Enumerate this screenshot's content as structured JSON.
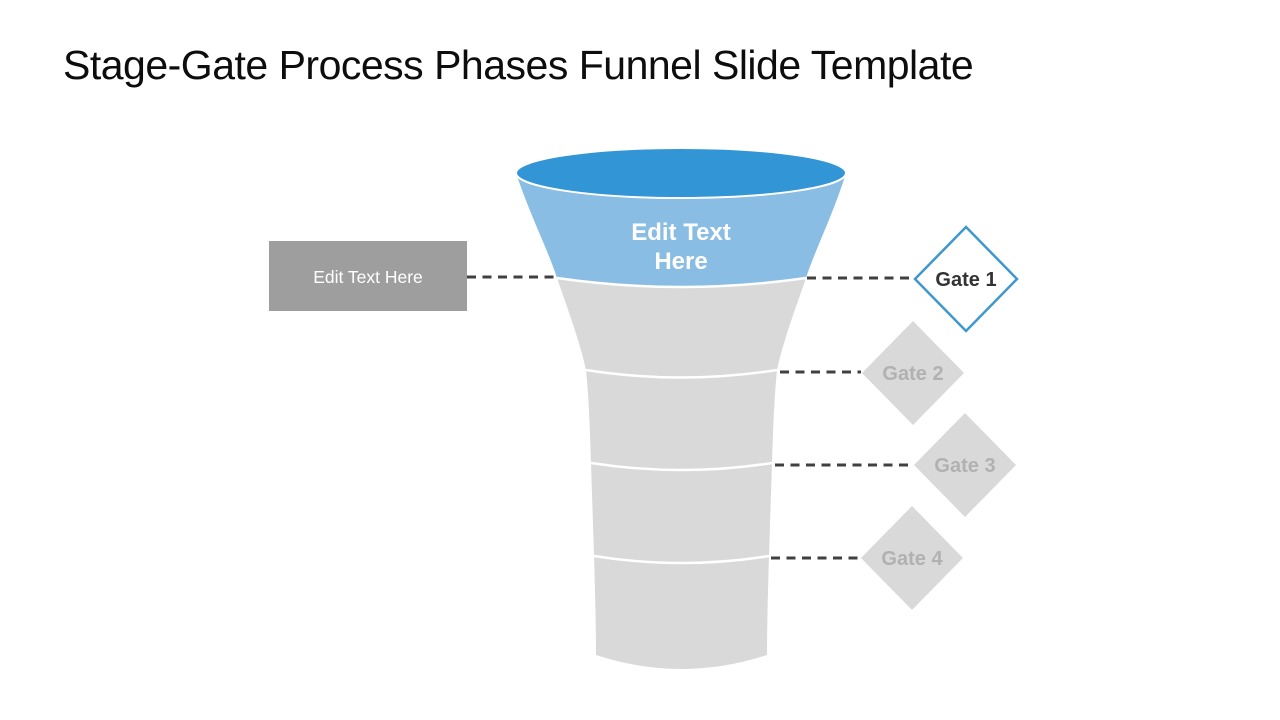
{
  "slide": {
    "title": "Stage-Gate Process Phases Funnel Slide Template",
    "background": "#ffffff"
  },
  "colors": {
    "title_text": "#0d0d0d",
    "funnel_rim": "#3295d5",
    "funnel_top_stage": "#8abde4",
    "funnel_body": "#d9d9d9",
    "stage_divider": "#ffffff",
    "callout_bg": "#9e9e9e",
    "callout_text": "#ffffff",
    "connector": "#404040",
    "gate_active_bg": "#ffffff",
    "gate_active_border": "#3f97cf",
    "gate_active_text": "#333333",
    "gate_inactive_bg": "#d9d9d9",
    "gate_inactive_text": "#b1b1b1"
  },
  "funnel": {
    "label_lines": [
      "Edit Text",
      "Here"
    ],
    "stage_count": 5
  },
  "callout": {
    "label": "Edit Text Here"
  },
  "gates": [
    {
      "label": "Gate 1",
      "state": "active"
    },
    {
      "label": "Gate 2",
      "state": "inactive"
    },
    {
      "label": "Gate 3",
      "state": "inactive"
    },
    {
      "label": "Gate 4",
      "state": "inactive"
    }
  ]
}
